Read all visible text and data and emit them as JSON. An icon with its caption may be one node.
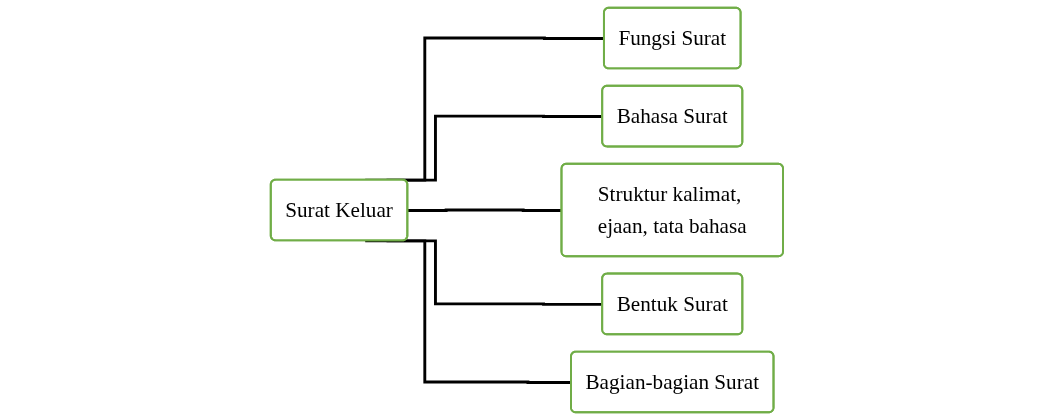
{
  "diagram": {
    "nodes": [
      {
        "text": [
          "Surat Keluar"
        ]
      },
      {
        "text": [
          "Fungsi Surat"
        ]
      },
      {
        "text": [
          "Bahasa Surat"
        ]
      },
      {
        "text": [
          "Struktur kalimat, ejaan, tata bahasa"
        ]
      },
      {
        "text": [
          "Bentuk Surat"
        ]
      },
      {
        "text": [
          "Bagian-bagian Surat"
        ]
      }
    ],
    "edges": [
      {
        "from": 0,
        "to": 1,
        "arrow": "none"
      },
      {
        "from": 0,
        "to": 2,
        "arrow": "none"
      },
      {
        "from": 0,
        "to": 3,
        "arrow": "none"
      },
      {
        "from": 0,
        "to": 4,
        "arrow": "none"
      },
      {
        "from": 0,
        "to": 5,
        "arrow": "none"
      }
    ]
  }
}
